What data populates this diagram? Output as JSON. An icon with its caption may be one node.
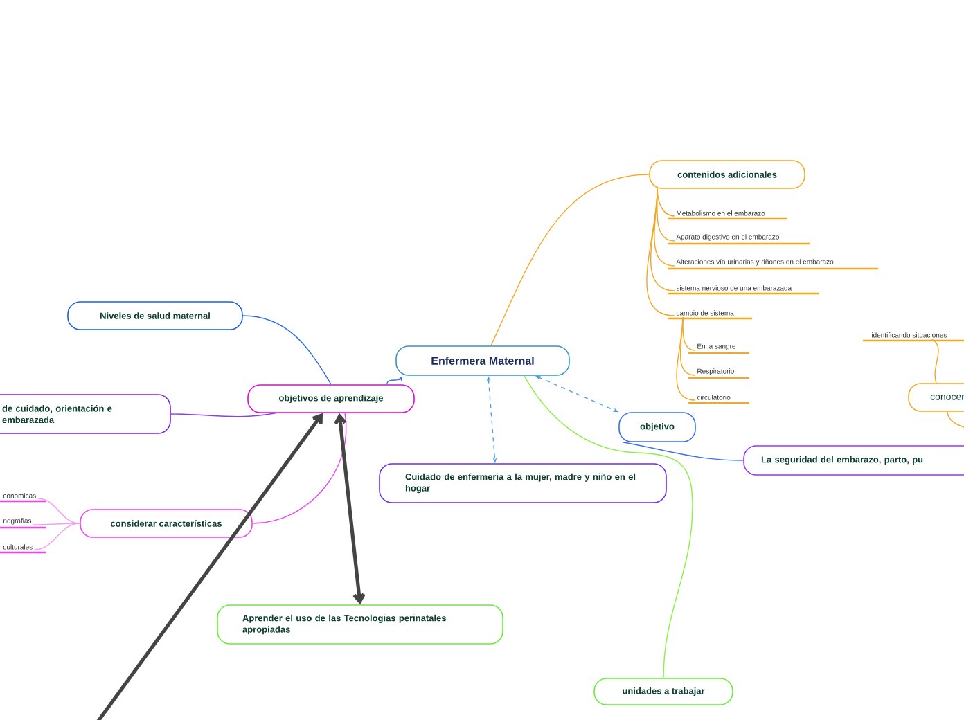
{
  "diagram": {
    "nodes": [
      {
        "text": [
          "Enfermera Maternal"
        ]
      },
      {
        "text": [
          "contenidos adicionales"
        ]
      },
      {
        "text": [
          "Metabolismo en el embarazo"
        ]
      },
      {
        "text": [
          "Aparato digestivo en el embarazo"
        ]
      },
      {
        "text": [
          "Alteraciones vía urinarias y riñones en el embarazo"
        ]
      },
      {
        "text": [
          "sistema nervioso de una embarazada"
        ]
      },
      {
        "text": [
          "cambio de sistema"
        ]
      },
      {
        "text": [
          "En la sangre"
        ]
      },
      {
        "text": [
          "Respiratorio"
        ]
      },
      {
        "text": [
          "circulatorio"
        ]
      },
      {
        "text": [
          "identificando situaciones"
        ]
      },
      {
        "text": [
          "conocer"
        ]
      },
      {
        "text": [
          "objetivo"
        ]
      },
      {
        "text": [
          "La seguridad del embarazo, parto, pu"
        ]
      },
      {
        "text": [
          "Cuidado de enfermeria a la mujer, madre y niño en el hogar"
        ]
      },
      {
        "text": [
          "objetivos de aprendizaje"
        ]
      },
      {
        "text": [
          "Niveles de salud maternal"
        ]
      },
      {
        "text": [
          "de cuidado, orientación e embarazada"
        ]
      },
      {
        "text": [
          "considerar características"
        ]
      },
      {
        "text": [
          "conomicas"
        ]
      },
      {
        "text": [
          "nografias"
        ]
      },
      {
        "text": [
          "culturales"
        ]
      },
      {
        "text": [
          "Aprender el uso de las Tecnologias perinatales apropiadas"
        ]
      },
      {
        "text": [
          "unidades a trabajar"
        ]
      }
    ],
    "edges": [
      {
        "from": 0,
        "to": 1,
        "arrow": "none"
      },
      {
        "from": 1,
        "to": 2,
        "arrow": "none"
      },
      {
        "from": 1,
        "to": 3,
        "arrow": "none"
      },
      {
        "from": 1,
        "to": 4,
        "arrow": "none"
      },
      {
        "from": 1,
        "to": 5,
        "arrow": "none"
      },
      {
        "from": 1,
        "to": 6,
        "arrow": "none"
      },
      {
        "from": 6,
        "to": 7,
        "arrow": "none"
      },
      {
        "from": 6,
        "to": 8,
        "arrow": "none"
      },
      {
        "from": 6,
        "to": 9,
        "arrow": "none"
      },
      {
        "from": 11,
        "to": 10,
        "arrow": "none"
      },
      {
        "from": 13,
        "to": 11,
        "arrow": "none"
      },
      {
        "from": 0,
        "to": 12,
        "arrow": "both",
        "style": "dashed",
        "color": "#4a9ff0"
      },
      {
        "from": 12,
        "to": 13,
        "arrow": "none",
        "color": "#3b6ff0"
      },
      {
        "from": 0,
        "to": 14,
        "arrow": "both",
        "style": "dashed",
        "color": "#4a9ff0"
      },
      {
        "from": 0,
        "to": 23,
        "arrow": "none",
        "color": "#88f040"
      },
      {
        "from": 15,
        "to": 0,
        "arrow": "to",
        "color": "#3b6ff0"
      },
      {
        "from": 15,
        "to": 16,
        "arrow": "none",
        "color": "#2a6af0"
      },
      {
        "from": 15,
        "to": 17,
        "arrow": "none",
        "color": "#8a3cf0"
      },
      {
        "from": 15,
        "to": 18,
        "arrow": "none",
        "color": "#f040f0"
      },
      {
        "from": 18,
        "to": 19,
        "arrow": "none",
        "color": "#f49cf4"
      },
      {
        "from": 18,
        "to": 20,
        "arrow": "none",
        "color": "#f49cf4"
      },
      {
        "from": 18,
        "to": 21,
        "arrow": "none",
        "color": "#f49cf4"
      },
      {
        "from": null,
        "to": 15,
        "arrow": "to",
        "style": "thick",
        "color": "#444444"
      },
      {
        "from": 15,
        "to": 22,
        "arrow": "both",
        "style": "thick",
        "color": "#444444"
      }
    ]
  }
}
